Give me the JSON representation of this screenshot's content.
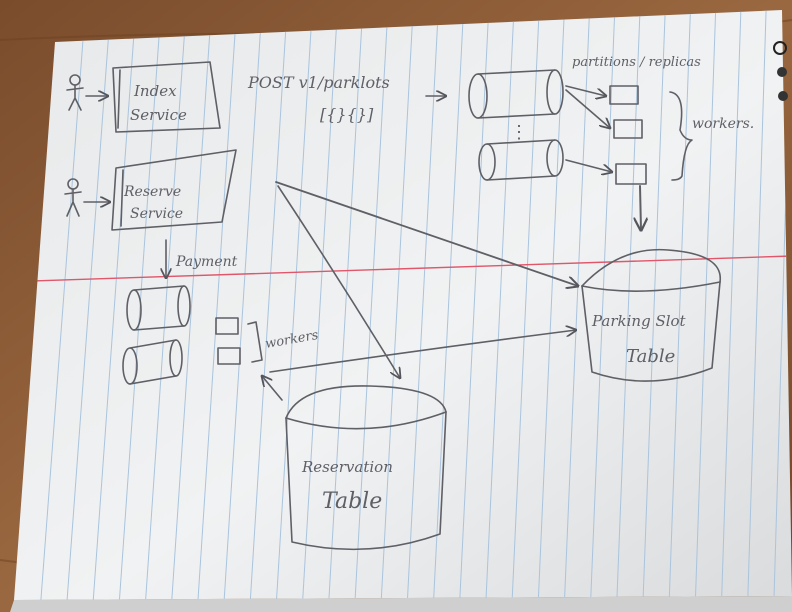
{
  "sketch": {
    "index_service": "Index\nService",
    "reserve_service": "Reserve\nService",
    "post_endpoint": "POST v1/parklots",
    "payload": "[{}{}]",
    "partitions_label": "partitions / replicas",
    "workers_top": "workers.",
    "payment": "Payment",
    "workers_left": "workers",
    "parking_slot_table": "Parking Slot\nTable",
    "reservation_table": "Reservation\nTable"
  },
  "colors": {
    "paper": "#eef0f1",
    "rule_line": "#aac4dd",
    "margin_line": "#e0566a",
    "pencil": "#5f5f66",
    "desk": "#8a5a35"
  }
}
